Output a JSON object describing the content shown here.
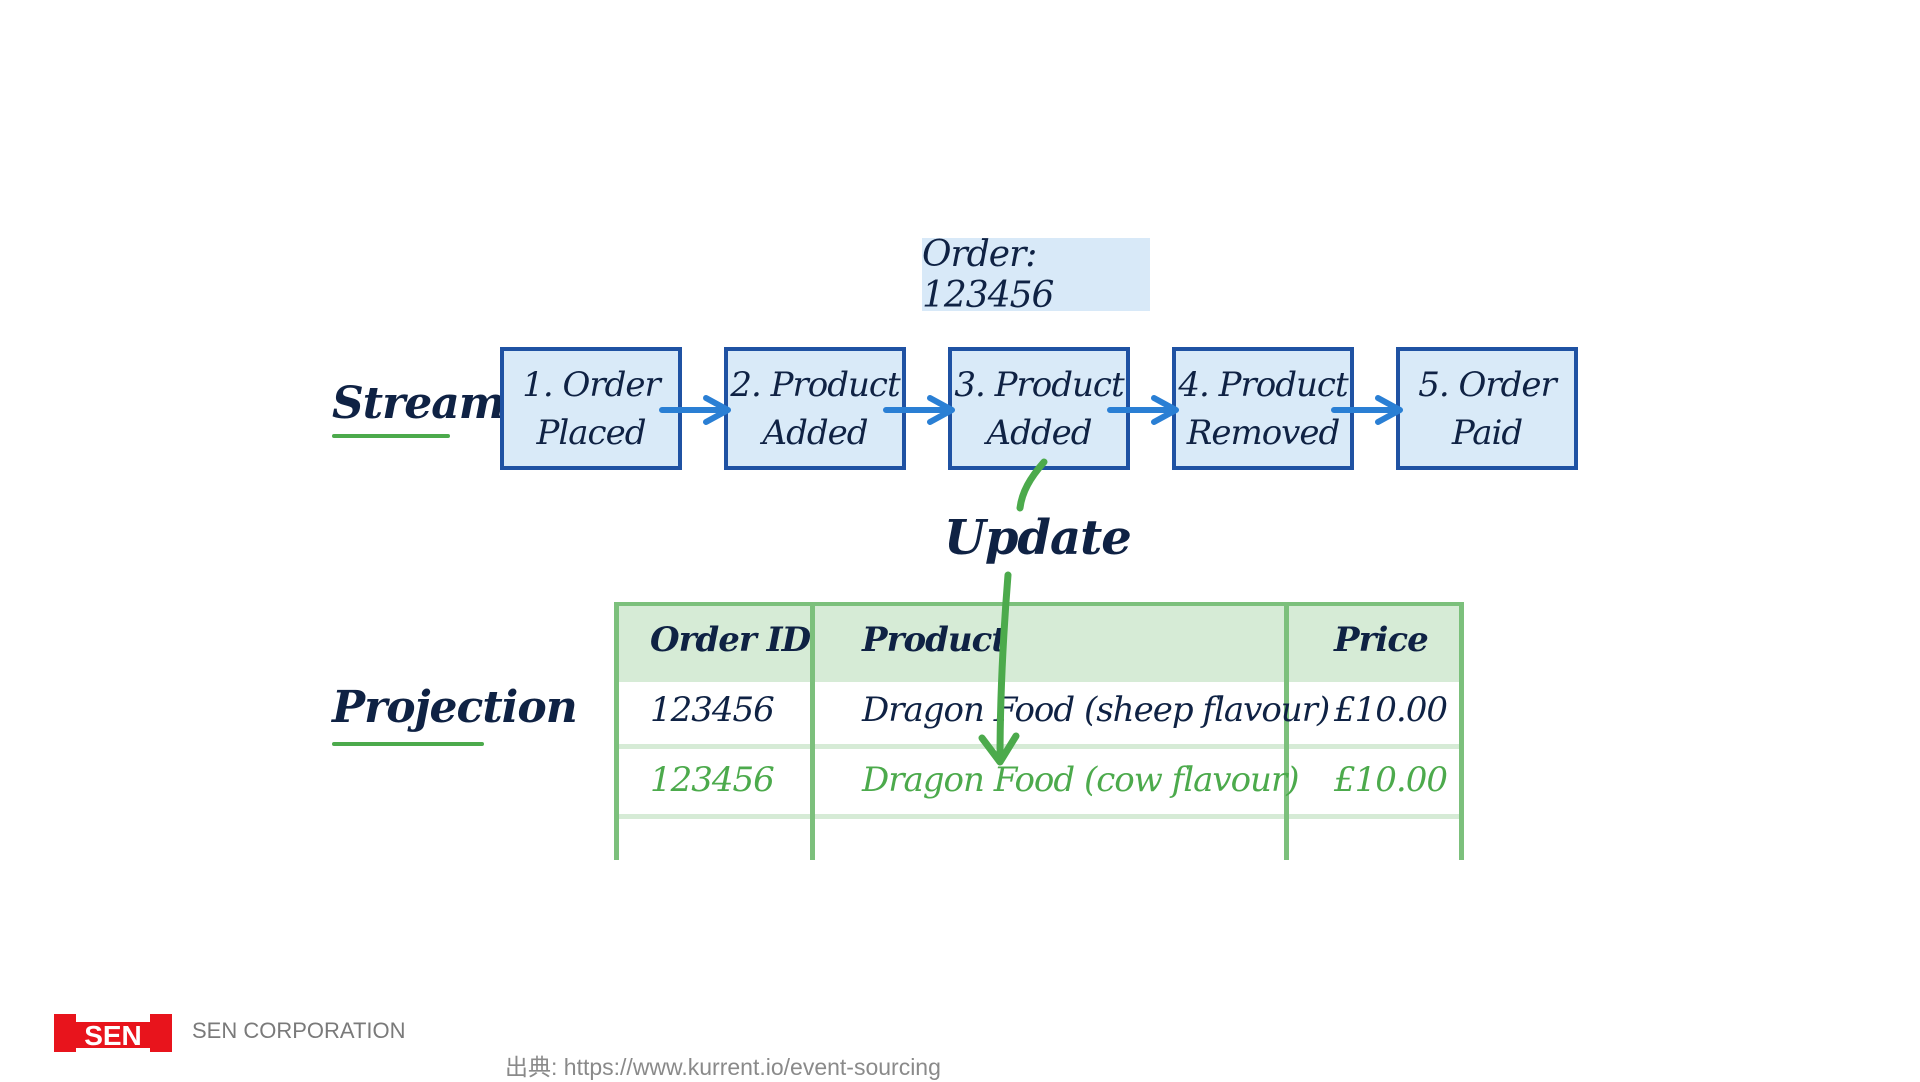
{
  "order_label": "Order: 123456",
  "stream_label": "Stream",
  "projection_label": "Projection",
  "update_label": "Update",
  "events": [
    {
      "line1": "1. Order",
      "line2": "Placed"
    },
    {
      "line1": "2. Product",
      "line2": "Added"
    },
    {
      "line1": "3. Product",
      "line2": "Added"
    },
    {
      "line1": "4. Product",
      "line2": "Removed"
    },
    {
      "line1": "5. Order",
      "line2": "Paid"
    }
  ],
  "table": {
    "headers": [
      "Order ID",
      "Product",
      "Price"
    ],
    "rows": [
      {
        "order_id": "123456",
        "product": "Dragon Food (sheep flavour)",
        "price": "£10.00"
      },
      {
        "order_id": "123456",
        "product": "Dragon Food (cow flavour)",
        "price": "£10.00"
      }
    ]
  },
  "footer": {
    "logo_text": "SEN",
    "company": "SEN CORPORATION",
    "source": "出典: https://www.kurrent.io/event-sourcing"
  },
  "colors": {
    "box_fill": "#d9eaf8",
    "box_border": "#1f52a3",
    "arrow_blue": "#2a7fd4",
    "green": "#4caa4c",
    "ink": "#0f2244",
    "logo_red": "#e8141c"
  }
}
